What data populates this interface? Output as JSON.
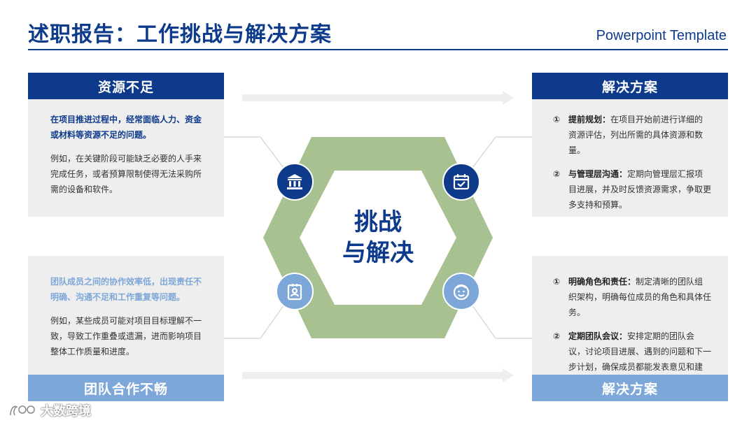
{
  "header": {
    "title": "述职报告：工作挑战与解决方案",
    "subtitle": "Powerpoint Template"
  },
  "center": {
    "line1": "挑战",
    "line2": "与解决"
  },
  "left_top": {
    "heading": "资源不足",
    "lead": "在项目推进过程中，经常面临人力、资金或材料等资源不足的问题。",
    "body": "例如，在关键阶段可能缺乏必要的人手来完成任务，或者预算限制使得无法采购所需的设备和软件。"
  },
  "left_bottom": {
    "heading": "团队合作不畅",
    "lead": "团队成员之间的协作效率低，出现责任不明确、沟通不足和工作重复等问题。",
    "body": "例如，某些成员可能对项目目标理解不一致，导致工作重叠或遗漏，进而影响项目整体工作质量和进度。"
  },
  "right_top": {
    "heading": "解决方案",
    "items": [
      {
        "num": "①",
        "label": "提前规划：",
        "text": "在项目开始前进行详细的资源评估，列出所需的具体资源和数量。"
      },
      {
        "num": "②",
        "label": "与管理层沟通：",
        "text": "定期向管理层汇报项目进展，并及时反馈资源需求，争取更多支持和预算。"
      }
    ]
  },
  "right_bottom": {
    "heading": "解决方案",
    "items": [
      {
        "num": "①",
        "label": "明确角色和责任：",
        "text": "制定清晰的团队组织架构，明确每位成员的角色和具体任务。"
      },
      {
        "num": "②",
        "label": "定期团队会议：",
        "text": "安排定期的团队会议，讨论项目进展、遇到的问题和下一步计划，确保成员都能发表意见和建议。"
      }
    ]
  },
  "icons": {
    "top_left": "bank-icon",
    "top_right": "calendar-check-icon",
    "bottom_left": "contact-card-icon",
    "bottom_right": "smiley-face-icon"
  },
  "watermark": "大数跨境",
  "colors": {
    "primary": "#0e3a8c",
    "secondary": "#7da7d9",
    "hexagon": "#a8c191",
    "panel": "#eeeeee"
  }
}
